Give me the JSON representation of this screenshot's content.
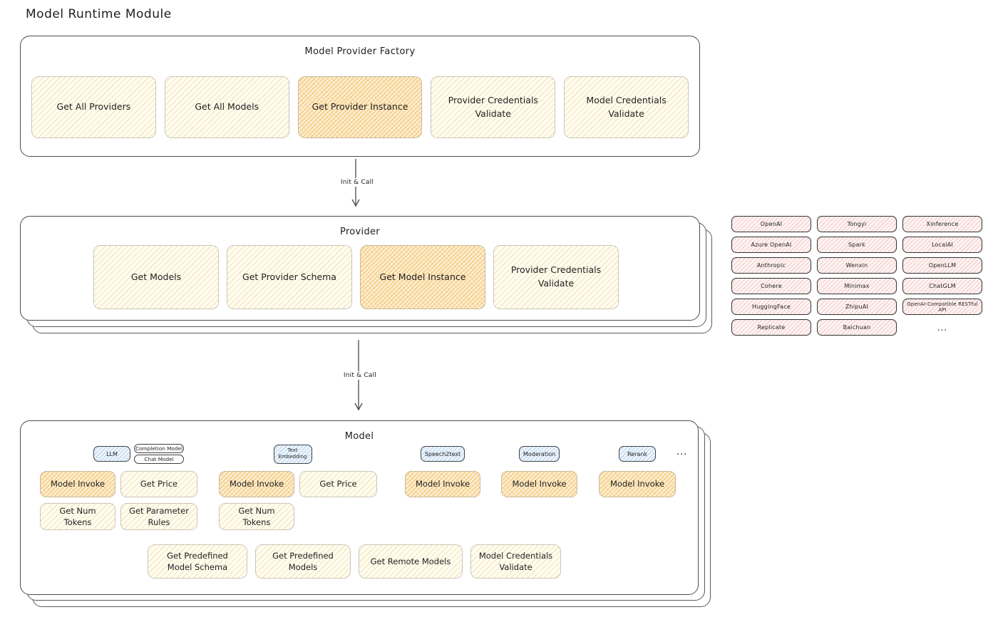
{
  "title": "Model Runtime Module",
  "colors": {
    "box_border": "#4d4d4d",
    "light_fill": "#fffdf2",
    "light_hatch": "#ebcf80",
    "highlight_hatch": "#f4b559",
    "provider_chip_fill": "#fdf4f3",
    "provider_chip_hatch": "#e79e9e",
    "model_type_chip_fill": "#eef5fc",
    "model_type_chip_hatch": "#8cb5df",
    "text": "#1f1f1f"
  },
  "factory": {
    "label": "Model Provider Factory",
    "buttons": [
      {
        "label": "Get All Providers",
        "highlighted": false
      },
      {
        "label": "Get All Models",
        "highlighted": false
      },
      {
        "label": "Get Provider Instance",
        "highlighted": true
      },
      {
        "label": "Provider Credentials Validate",
        "highlighted": false
      },
      {
        "label": "Model Credentials Validate",
        "highlighted": false
      }
    ]
  },
  "arrow_factory_provider": {
    "label": "Init & Call"
  },
  "provider": {
    "label": "Provider",
    "buttons": [
      {
        "label": "Get Models",
        "highlighted": false
      },
      {
        "label": "Get Provider Schema",
        "highlighted": false
      },
      {
        "label": "Get Model Instance",
        "highlighted": true
      },
      {
        "label": "Provider Credentials Validate",
        "highlighted": false
      }
    ]
  },
  "provider_list": {
    "items": [
      "OpenAI",
      "Tongyi",
      "Xinference",
      "Azure OpenAI",
      "Spark",
      "LocalAI",
      "Anthropic",
      "Wenxin",
      "OpenLLM",
      "Cohere",
      "Minimax",
      "ChatGLM",
      "HuggingFace",
      "ZhipuAI",
      "OpenAI-Compatible RESTful API",
      "Replicate",
      "Baichuan",
      "..."
    ]
  },
  "arrow_provider_model": {
    "label": "Init & Call"
  },
  "model": {
    "label": "Model",
    "ellipsis": "...",
    "groups": [
      {
        "type": "LLM",
        "subtypes": [
          "Completion Model",
          "Chat Model"
        ],
        "buttons": [
          {
            "label": "Model Invoke",
            "highlighted": true
          },
          {
            "label": "Get Price",
            "highlighted": false
          },
          {
            "label": "Get Num Tokens",
            "highlighted": false
          },
          {
            "label": "Get Parameter Rules",
            "highlighted": false
          }
        ]
      },
      {
        "type": "Text Embedding",
        "subtypes": [],
        "buttons": [
          {
            "label": "Model Invoke",
            "highlighted": true
          },
          {
            "label": "Get Price",
            "highlighted": false
          },
          {
            "label": "Get Num Tokens",
            "highlighted": false
          }
        ]
      },
      {
        "type": "Speech2text",
        "subtypes": [],
        "buttons": [
          {
            "label": "Model Invoke",
            "highlighted": true
          }
        ]
      },
      {
        "type": "Moderation",
        "subtypes": [],
        "buttons": [
          {
            "label": "Model Invoke",
            "highlighted": true
          }
        ]
      },
      {
        "type": "Rerank",
        "subtypes": [],
        "buttons": [
          {
            "label": "Model Invoke",
            "highlighted": true
          }
        ]
      }
    ],
    "shared_buttons": [
      {
        "label": "Get Predefined Model Schema",
        "highlighted": false
      },
      {
        "label": "Get Predefined Models",
        "highlighted": false
      },
      {
        "label": "Get Remote Models",
        "highlighted": false
      },
      {
        "label": "Model Credentials Validate",
        "highlighted": false
      }
    ]
  }
}
